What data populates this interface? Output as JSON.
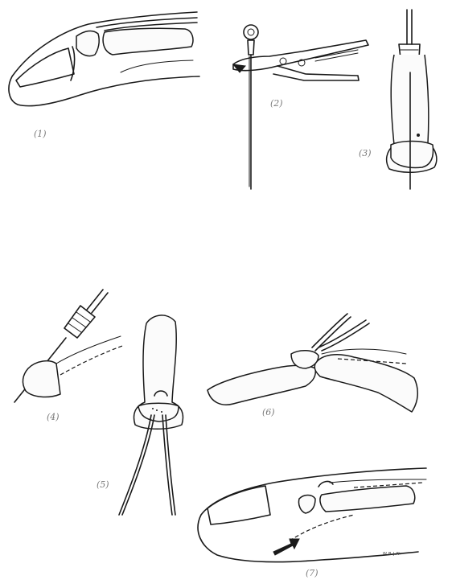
{
  "panels": [
    {
      "id": "panel-1",
      "caption": "(1)"
    },
    {
      "id": "panel-2",
      "caption": "(2)"
    },
    {
      "id": "panel-3",
      "caption": "(3)"
    },
    {
      "id": "panel-4",
      "caption": "(4)"
    },
    {
      "id": "panel-5",
      "caption": "(5)"
    },
    {
      "id": "panel-6",
      "caption": "(6)"
    },
    {
      "id": "panel-7",
      "caption": "(7)"
    }
  ],
  "signature": "W.B.J.N."
}
